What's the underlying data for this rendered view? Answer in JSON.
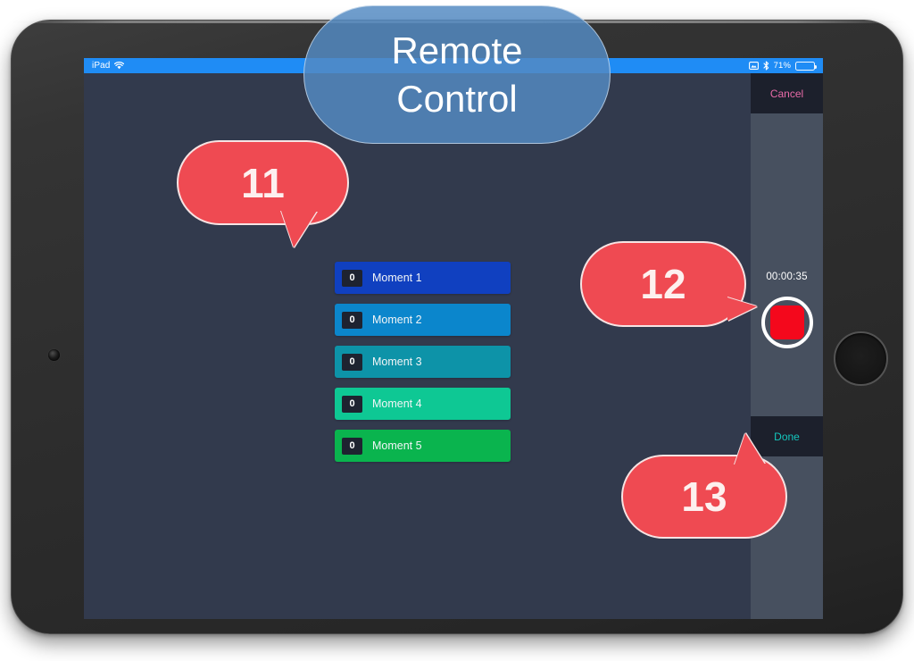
{
  "device": {
    "name": "iPad",
    "orientation": "landscape"
  },
  "status_bar": {
    "carrier_label": "iPad",
    "wifi_icon": "wifi-icon",
    "rotation_lock_icon": "screen-mirroring-icon",
    "bluetooth_icon": "bluetooth-icon",
    "battery_percent_label": "71%",
    "battery_level": 71,
    "battery_icon": "battery-icon"
  },
  "title_callout": {
    "line1": "Remote",
    "line2": "Control",
    "color": "#538ac2"
  },
  "moments": {
    "items": [
      {
        "count": "0",
        "label": "Moment 1",
        "color": "#1040c0"
      },
      {
        "count": "0",
        "label": "Moment 2",
        "color": "#0b86cc"
      },
      {
        "count": "0",
        "label": "Moment 3",
        "color": "#0d93a8"
      },
      {
        "count": "0",
        "label": "Moment 4",
        "color": "#0ec894"
      },
      {
        "count": "0",
        "label": "Moment 5",
        "color": "#0ab44e"
      }
    ]
  },
  "control_panel": {
    "cancel_label": "Cancel",
    "cancel_color": "#e86aa8",
    "done_label": "Done",
    "done_color": "#14c6bd",
    "timer": "00:00:35",
    "record_button_icon": "record-stop-icon",
    "record_color": "#f4081c"
  },
  "annotations": {
    "callouts": [
      {
        "number": "11",
        "target": "moments-list"
      },
      {
        "number": "12",
        "target": "record-button"
      },
      {
        "number": "13",
        "target": "done-button"
      }
    ],
    "color": "#ef4a52"
  }
}
